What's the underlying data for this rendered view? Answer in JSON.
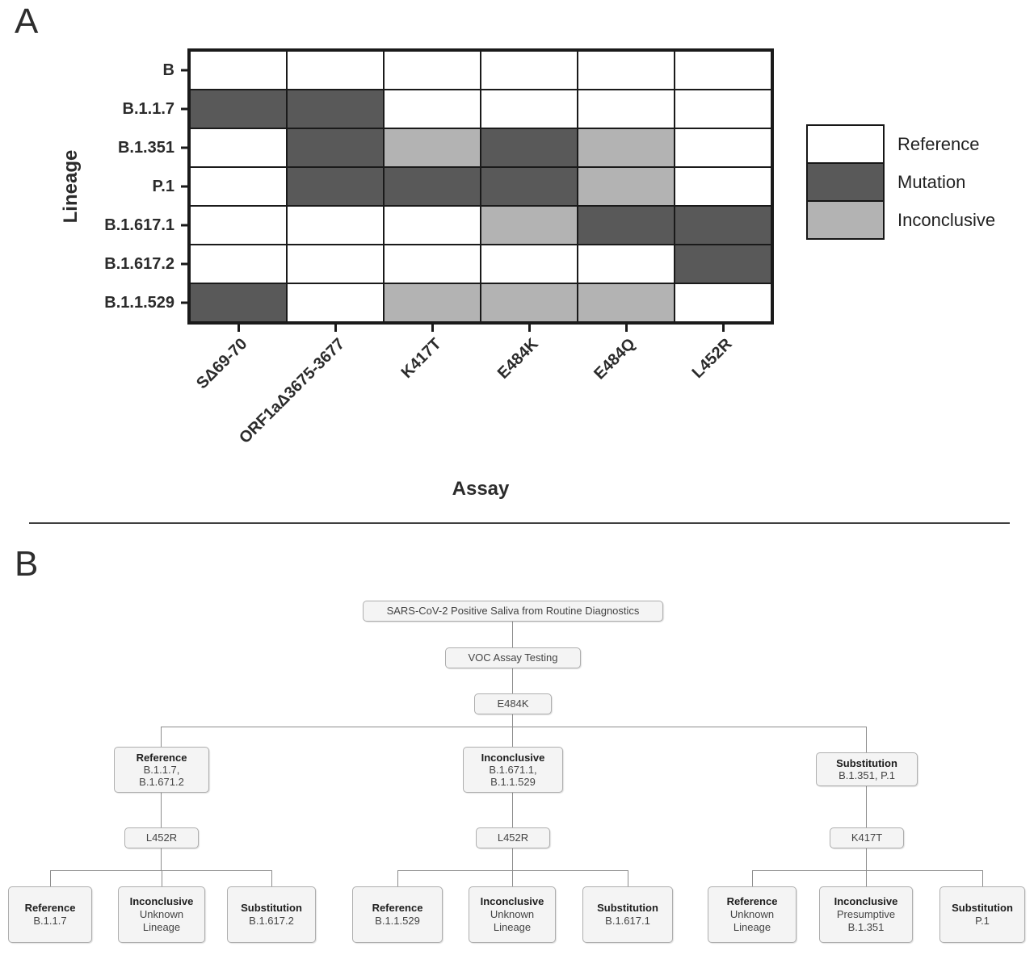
{
  "figure": {
    "panel_a_letter": "A",
    "panel_b_letter": "B"
  },
  "panel_a": {
    "ylabel": "Lineage",
    "xlabel": "Assay",
    "legend": [
      {
        "label": "Reference",
        "color": "#ffffff"
      },
      {
        "label": "Mutation",
        "color": "#595959"
      },
      {
        "label": "Inconclusive",
        "color": "#b3b3b3"
      }
    ]
  },
  "chart_data": {
    "type": "heatmap",
    "title": "",
    "xlabel": "Assay",
    "ylabel": "Lineage",
    "x_categories": [
      "SΔ69-70",
      "ORF1aΔ3675-3677",
      "K417T",
      "E484K",
      "E484Q",
      "L452R"
    ],
    "y_categories": [
      "B",
      "B.1.1.7",
      "B.1.351",
      "P.1",
      "B.1.617.1",
      "B.1.617.2",
      "B.1.1.529"
    ],
    "value_labels": {
      "0": "Reference",
      "1": "Mutation",
      "2": "Inconclusive"
    },
    "colors": {
      "0": "#ffffff",
      "1": "#595959",
      "2": "#b3b3b3"
    },
    "matrix": [
      [
        0,
        0,
        0,
        0,
        0,
        0
      ],
      [
        1,
        1,
        0,
        0,
        0,
        0
      ],
      [
        0,
        1,
        2,
        1,
        2,
        0
      ],
      [
        0,
        1,
        1,
        1,
        2,
        0
      ],
      [
        0,
        0,
        0,
        2,
        1,
        1
      ],
      [
        0,
        0,
        0,
        0,
        0,
        1
      ],
      [
        1,
        0,
        2,
        2,
        2,
        0
      ]
    ],
    "legend_position": "right",
    "grid": true
  },
  "panel_b": {
    "root": "SARS-CoV-2 Positive Saliva from Routine Diagnostics",
    "level2": "VOC Assay Testing",
    "level3": "E484K",
    "branches": [
      {
        "result_title": "Reference",
        "result_lines": [
          "B.1.1.7,",
          "B.1.671.2"
        ],
        "assay": "L452R",
        "leaves": [
          {
            "title": "Reference",
            "lines": [
              "B.1.1.7"
            ]
          },
          {
            "title": "Inconclusive",
            "lines": [
              "Unknown",
              "Lineage"
            ]
          },
          {
            "title": "Substitution",
            "lines": [
              "B.1.617.2"
            ]
          }
        ]
      },
      {
        "result_title": "Inconclusive",
        "result_lines": [
          "B.1.671.1,",
          "B.1.1.529"
        ],
        "assay": "L452R",
        "leaves": [
          {
            "title": "Reference",
            "lines": [
              "B.1.1.529"
            ]
          },
          {
            "title": "Inconclusive",
            "lines": [
              "Unknown",
              "Lineage"
            ]
          },
          {
            "title": "Substitution",
            "lines": [
              "B.1.617.1"
            ]
          }
        ]
      },
      {
        "result_title": "Substitution",
        "result_lines": [
          "B.1.351, P.1"
        ],
        "assay": "K417T",
        "leaves": [
          {
            "title": "Reference",
            "lines": [
              "Unknown",
              "Lineage"
            ]
          },
          {
            "title": "Inconclusive",
            "lines": [
              "Presumptive",
              "B.1.351"
            ]
          },
          {
            "title": "Substitution",
            "lines": [
              "P.1"
            ]
          }
        ]
      }
    ]
  }
}
